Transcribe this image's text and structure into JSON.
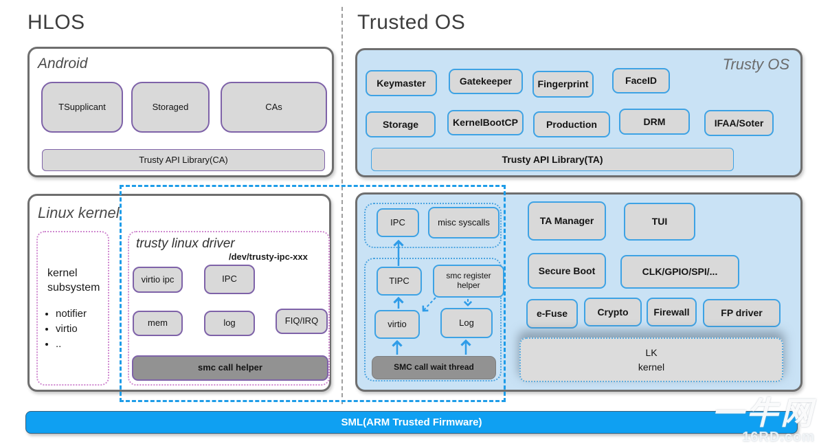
{
  "headers": {
    "hlos": "HLOS",
    "trusted_os": "Trusted OS"
  },
  "colors": {
    "accent_blue": "#1e9ce8",
    "panel_blue": "#c9e2f5",
    "purple_border": "#7e62a8",
    "box_gray": "#d9d9d9",
    "dark_bar_gray": "#929292",
    "sml_bar_blue": "#0fa0f2",
    "pink_dotted": "#cf87cf"
  },
  "android": {
    "title": "Android",
    "apps": [
      "TSupplicant",
      "Storaged",
      "CAs"
    ],
    "api_bar": "Trusty API  Library(CA)"
  },
  "trusty_os": {
    "label": "Trusty OS",
    "row1": [
      "Keymaster",
      "Gatekeeper",
      "Fingerprint",
      "FaceID"
    ],
    "row2": [
      "Storage",
      "KernelBootCP",
      "Production",
      "DRM",
      "IFAA/Soter"
    ],
    "api_bar": "Trusty API  Library(TA)"
  },
  "linux_kernel": {
    "title": "Linux kernel",
    "kernel_subsystem": {
      "title": "kernel subsystem",
      "bullets": [
        "notifier",
        "virtio",
        ".."
      ]
    },
    "trusty_driver": {
      "title": "trusty linux driver",
      "dev_node": "/dev/trusty-ipc-xxx",
      "boxes": [
        "virtio ipc",
        "IPC",
        "mem",
        "log",
        "FIQ/IRQ"
      ],
      "helper_bar": "smc call helper"
    }
  },
  "trusty_kernel": {
    "syscalls": [
      "IPC",
      "misc syscalls"
    ],
    "ipc_stack": {
      "tipc": "TIPC",
      "smc_register": "smc register helper",
      "virtio": "virtio",
      "log": "Log",
      "wait_bar": "SMC call wait thread"
    },
    "services_row1": [
      "TA Manager",
      "TUI"
    ],
    "services_row2": [
      "Secure Boot",
      "CLK/GPIO/SPI/..."
    ],
    "services_row3": [
      "e-Fuse",
      "Crypto",
      "Firewall",
      "FP driver"
    ],
    "lk": {
      "line1": "LK",
      "line2": "kernel"
    }
  },
  "footer": {
    "label": "SML(ARM Trusted Firmware)"
  },
  "watermark": {
    "line1": "一牛网",
    "line2": "16RD.com"
  }
}
